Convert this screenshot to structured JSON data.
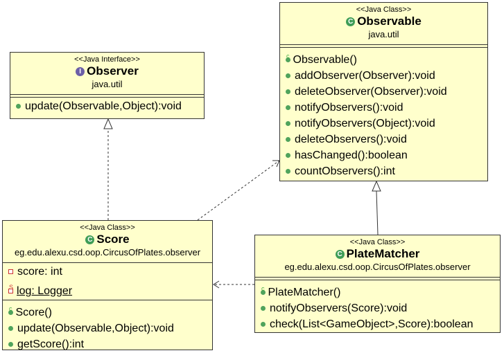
{
  "observer": {
    "stereotype": "<<Java Interface>>",
    "icon": "interface-icon",
    "name": "Observer",
    "package": "java.util",
    "methods": [
      "update(Observable,Object):void"
    ]
  },
  "observable": {
    "stereotype": "<<Java Class>>",
    "icon": "class-icon",
    "name": "Observable",
    "package": "java.util",
    "methods": [
      "Observable()",
      "addObserver(Observer):void",
      "deleteObserver(Observer):void",
      "notifyObservers():void",
      "notifyObservers(Object):void",
      "deleteObservers():void",
      "hasChanged():boolean",
      "countObservers():int"
    ]
  },
  "score": {
    "stereotype": "<<Java Class>>",
    "icon": "class-icon",
    "name": "Score",
    "package": "eg.edu.alexu.csd.oop.CircusOfPlates.observer",
    "fields": [
      "score: int",
      "log: Logger"
    ],
    "methods": [
      "Score()",
      "update(Observable,Object):void",
      "getScore():int"
    ]
  },
  "plateMatcher": {
    "stereotype": "<<Java Class>>",
    "icon": "class-icon",
    "name": "PlateMatcher",
    "package": "eg.edu.alexu.csd.oop.CircusOfPlates.observer",
    "methods": [
      "PlateMatcher()",
      "notifyObservers(Score):void",
      "check(List<GameObject>,Score):boolean"
    ]
  },
  "colors": {
    "box_fill": "#ffffcc",
    "method_icon": "#4fa35c",
    "class_icon": "#3f9d57",
    "interface_icon": "#6c5fa7",
    "private_field": "#cc3333"
  }
}
